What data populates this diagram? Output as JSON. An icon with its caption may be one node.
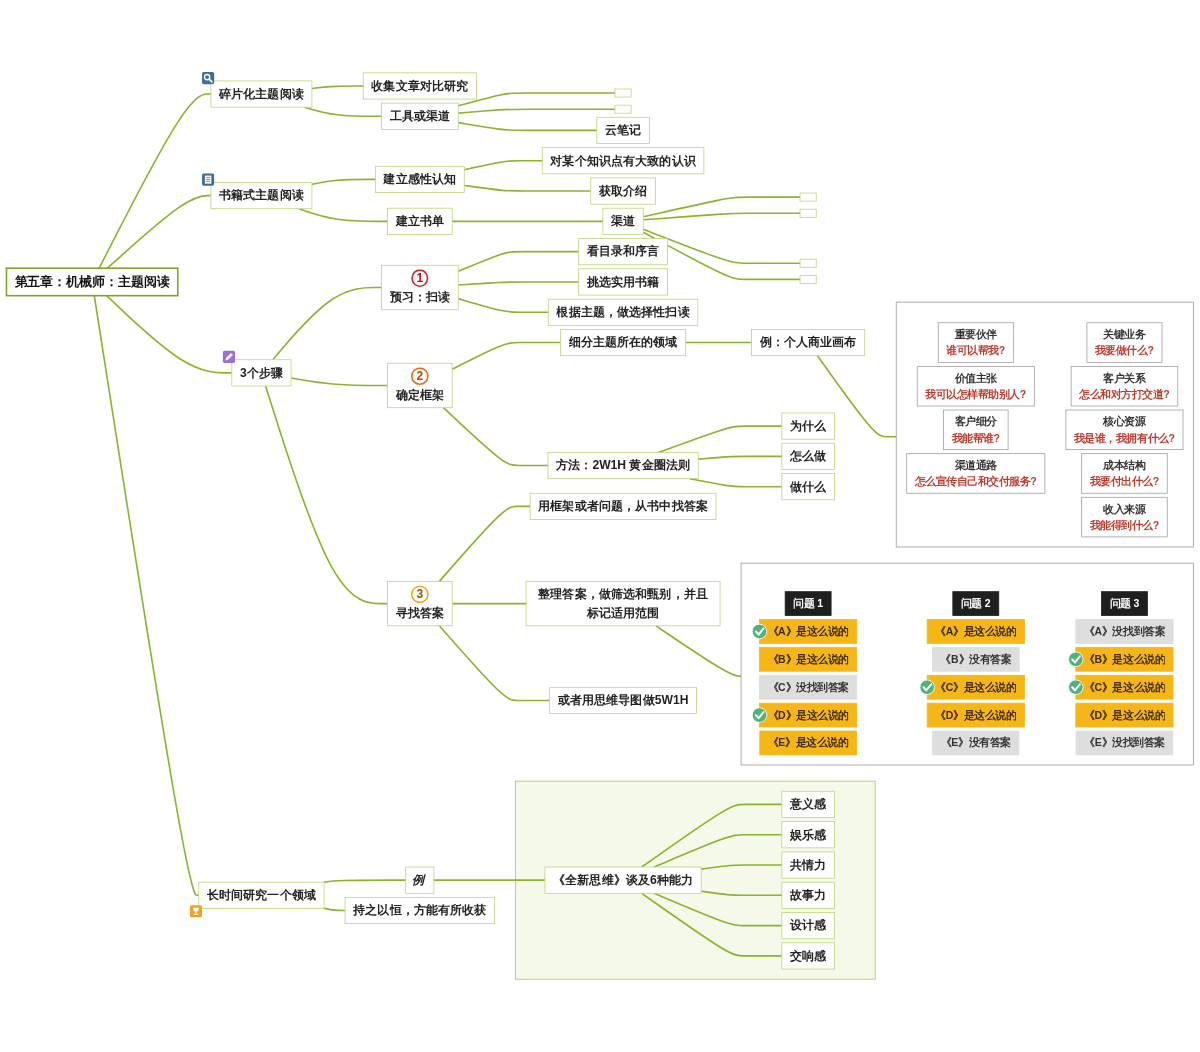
{
  "diagram": {
    "nodes": [
      {
        "text": [
          "第五章：机械师：主题阅读"
        ]
      },
      {
        "text": [
          "碎片化主题阅读"
        ]
      },
      {
        "text": [
          "收集文章对比研究"
        ]
      },
      {
        "text": [
          "工具或渠道"
        ]
      },
      {
        "text": [],
        "shape": "box"
      },
      {
        "text": [],
        "shape": "box"
      },
      {
        "text": [
          "云笔记"
        ]
      },
      {
        "text": [
          "书籍式主题阅读"
        ]
      },
      {
        "text": [
          "建立感性认知"
        ]
      },
      {
        "text": [
          "对某个知识点有大致的认识"
        ]
      },
      {
        "text": [
          "获取介绍"
        ]
      },
      {
        "text": [
          "建立书单"
        ]
      },
      {
        "text": [
          "渠道"
        ]
      },
      {
        "text": [],
        "shape": "box"
      },
      {
        "text": [],
        "shape": "box"
      },
      {
        "text": [],
        "shape": "box"
      },
      {
        "text": [],
        "shape": "box"
      },
      {
        "text": [
          "3个步骤"
        ]
      },
      {
        "text": [
          "1",
          "预习：扫读"
        ]
      },
      {
        "text": [
          "看目录和序言"
        ]
      },
      {
        "text": [
          "挑选实用书籍"
        ]
      },
      {
        "text": [
          "根据主题，做选择性扫读"
        ]
      },
      {
        "text": [
          "2",
          "确定框架"
        ]
      },
      {
        "text": [
          "细分主题所在的领域"
        ]
      },
      {
        "text": [
          "例：个人商业画布"
        ]
      },
      {
        "text": [],
        "shape": "picture"
      },
      {
        "text": [
          "重要伙伴",
          "谁可以帮我?"
        ],
        "in": 25
      },
      {
        "text": [
          "关键业务",
          "我要做什么?"
        ],
        "in": 25
      },
      {
        "text": [
          "价值主张",
          "我可以怎样帮助别人?"
        ],
        "in": 25
      },
      {
        "text": [
          "客户关系",
          "怎么和对方打交道?"
        ],
        "in": 25
      },
      {
        "text": [
          "客户细分",
          "我能帮谁?"
        ],
        "in": 25
      },
      {
        "text": [
          "核心资源",
          "我是谁，我拥有什么?"
        ],
        "in": 25
      },
      {
        "text": [
          "渠道通路",
          "怎么宣传自己和交付服务?"
        ],
        "in": 25
      },
      {
        "text": [
          "成本结构",
          "我要付出什么?"
        ],
        "in": 25
      },
      {
        "text": [
          "收入来源",
          "我能得到什么?"
        ],
        "in": 25
      },
      {
        "text": [
          "方法：2W1H 黄金圈法则"
        ]
      },
      {
        "text": [
          "为什么"
        ]
      },
      {
        "text": [
          "怎么做"
        ]
      },
      {
        "text": [
          "做什么"
        ]
      },
      {
        "text": [
          "3",
          "寻找答案"
        ]
      },
      {
        "text": [
          "用框架或者问题，从书中找答案"
        ]
      },
      {
        "text": [
          "整理答案，做筛选和甄别，并且标记适用范围"
        ]
      },
      {
        "text": [],
        "shape": "picture"
      },
      {
        "text": [
          "问题 1"
        ],
        "in": 42
      },
      {
        "text": [
          "问题 2"
        ],
        "in": 42
      },
      {
        "text": [
          "问题 3"
        ],
        "in": 42
      },
      {
        "text": [
          "《A》是这么说的"
        ],
        "in": 42
      },
      {
        "text": [
          "《A》是这么说的"
        ],
        "in": 42
      },
      {
        "text": [
          "《A》没找到答案"
        ],
        "in": 42
      },
      {
        "text": [
          "《B》是这么说的"
        ],
        "in": 42
      },
      {
        "text": [
          "《B》没有答案"
        ],
        "in": 42
      },
      {
        "text": [
          "《B》是这么说的"
        ],
        "in": 42
      },
      {
        "text": [
          "《C》没找到答案"
        ],
        "in": 42
      },
      {
        "text": [
          "《C》是这么说的"
        ],
        "in": 42
      },
      {
        "text": [
          "《C》是这么说的"
        ],
        "in": 42
      },
      {
        "text": [
          "《D》是这么说的"
        ],
        "in": 42
      },
      {
        "text": [
          "《D》是这么说的"
        ],
        "in": 42
      },
      {
        "text": [
          "《D》是这么说的"
        ],
        "in": 42
      },
      {
        "text": [
          "《E》是这么说的"
        ],
        "in": 42
      },
      {
        "text": [
          "《E》没有答案"
        ],
        "in": 42
      },
      {
        "text": [
          "《E》没找到答案"
        ],
        "in": 42
      },
      {
        "text": [
          "或者用思维导图做5W1H"
        ]
      },
      {
        "text": [
          "长时间研究一个领域"
        ]
      },
      {
        "text": [
          "例"
        ]
      },
      {
        "text": [],
        "shape": "box"
      },
      {
        "text": [
          "《全新思维》谈及6种能力"
        ],
        "in": 64
      },
      {
        "text": [
          "意义感"
        ],
        "in": 64
      },
      {
        "text": [
          "娱乐感"
        ],
        "in": 64
      },
      {
        "text": [
          "共情力"
        ],
        "in": 64
      },
      {
        "text": [
          "故事力"
        ],
        "in": 64
      },
      {
        "text": [
          "设计感"
        ],
        "in": 64
      },
      {
        "text": [
          "交响感"
        ],
        "in": 64
      },
      {
        "text": [
          "持之以恒，方能有所收获"
        ]
      }
    ],
    "edges": [
      {
        "from": 0,
        "to": 1,
        "arrow": "none"
      },
      {
        "from": 1,
        "to": 2,
        "arrow": "none"
      },
      {
        "from": 1,
        "to": 3,
        "arrow": "none"
      },
      {
        "from": 3,
        "to": 4,
        "arrow": "none"
      },
      {
        "from": 3,
        "to": 5,
        "arrow": "none"
      },
      {
        "from": 3,
        "to": 6,
        "arrow": "none"
      },
      {
        "from": 0,
        "to": 7,
        "arrow": "none"
      },
      {
        "from": 7,
        "to": 8,
        "arrow": "none"
      },
      {
        "from": 8,
        "to": 9,
        "arrow": "none"
      },
      {
        "from": 8,
        "to": 10,
        "arrow": "none"
      },
      {
        "from": 7,
        "to": 11,
        "arrow": "none"
      },
      {
        "from": 11,
        "to": 12,
        "arrow": "none"
      },
      {
        "from": 12,
        "to": 13,
        "arrow": "none"
      },
      {
        "from": 12,
        "to": 14,
        "arrow": "none"
      },
      {
        "from": 12,
        "to": 15,
        "arrow": "none"
      },
      {
        "from": 12,
        "to": 16,
        "arrow": "none"
      },
      {
        "from": 0,
        "to": 17,
        "arrow": "none"
      },
      {
        "from": 17,
        "to": 18,
        "arrow": "none"
      },
      {
        "from": 18,
        "to": 19,
        "arrow": "none"
      },
      {
        "from": 18,
        "to": 20,
        "arrow": "none"
      },
      {
        "from": 18,
        "to": 21,
        "arrow": "none"
      },
      {
        "from": 17,
        "to": 22,
        "arrow": "none"
      },
      {
        "from": 22,
        "to": 23,
        "arrow": "none"
      },
      {
        "from": 23,
        "to": 24,
        "arrow": "none"
      },
      {
        "from": 24,
        "to": 25,
        "arrow": "none"
      },
      {
        "from": 22,
        "to": 35,
        "arrow": "none"
      },
      {
        "from": 35,
        "to": 36,
        "arrow": "none"
      },
      {
        "from": 35,
        "to": 37,
        "arrow": "none"
      },
      {
        "from": 35,
        "to": 38,
        "arrow": "none"
      },
      {
        "from": 17,
        "to": 39,
        "arrow": "none"
      },
      {
        "from": 39,
        "to": 40,
        "arrow": "none"
      },
      {
        "from": 39,
        "to": 41,
        "arrow": "none"
      },
      {
        "from": 41,
        "to": 42,
        "arrow": "none"
      },
      {
        "from": 39,
        "to": 61,
        "arrow": "none"
      },
      {
        "from": 0,
        "to": 62,
        "arrow": "none"
      },
      {
        "from": 62,
        "to": 63,
        "arrow": "none"
      },
      {
        "from": 63,
        "to": 65,
        "arrow": "none"
      },
      {
        "from": 65,
        "to": 66,
        "arrow": "none"
      },
      {
        "from": 65,
        "to": 67,
        "arrow": "none"
      },
      {
        "from": 65,
        "to": 68,
        "arrow": "none"
      },
      {
        "from": 65,
        "to": 69,
        "arrow": "none"
      },
      {
        "from": 65,
        "to": 70,
        "arrow": "none"
      },
      {
        "from": 65,
        "to": 71,
        "arrow": "none"
      },
      {
        "from": 62,
        "to": 72,
        "arrow": "none"
      }
    ]
  }
}
